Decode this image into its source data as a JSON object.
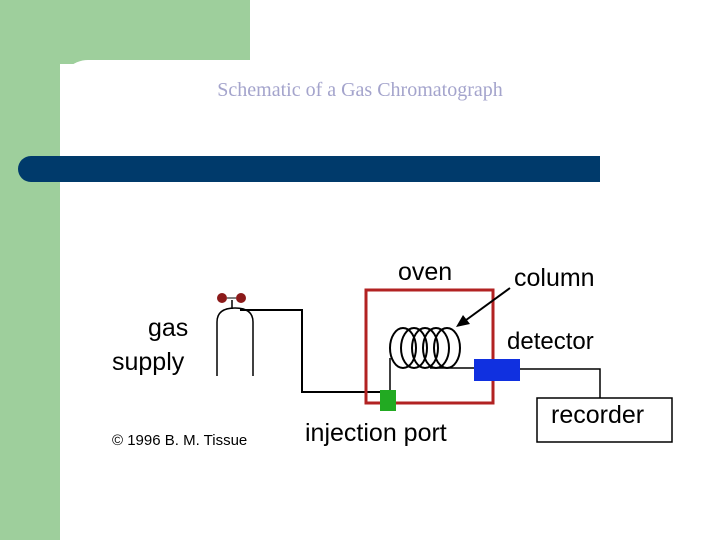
{
  "slide": {
    "title": "Schematic of a Gas Chromatograph"
  },
  "diagram": {
    "labels": {
      "oven": "oven",
      "column": "column",
      "gas_supply_line1": "gas",
      "gas_supply_line2": "supply",
      "detector": "detector",
      "injection_port": "injection port",
      "recorder": "recorder",
      "copyright": "© 1996 B. M. Tissue"
    },
    "colors": {
      "oven_border": "#b22222",
      "injection_port": "#22aa22",
      "detector": "#1030e0",
      "valve_knobs": "#8b1a1a",
      "header_bar": "#003a6b",
      "accent_green": "#9ecf9c"
    }
  }
}
